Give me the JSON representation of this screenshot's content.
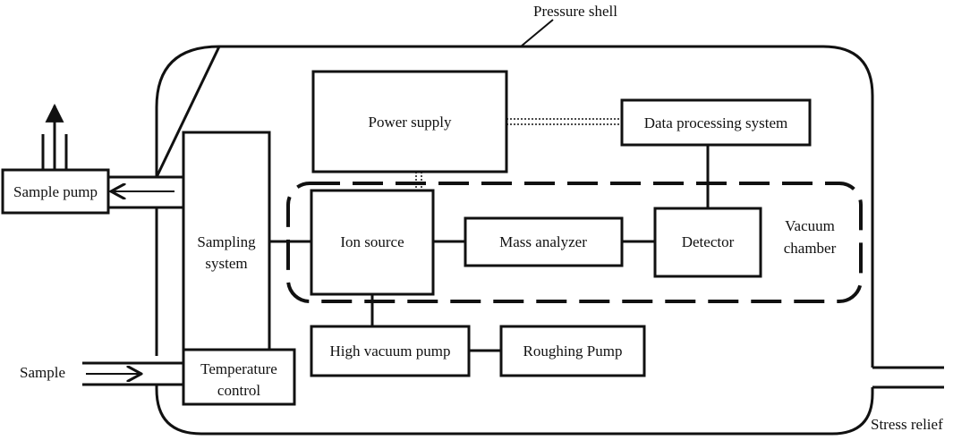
{
  "labels": {
    "pressure_shell": "Pressure shell",
    "sample_pump": "Sample pump",
    "power_supply": "Power supply",
    "data_processing": "Data processing system",
    "sampling_line1": "Sampling",
    "sampling_line2": "system",
    "ion_source": "Ion source",
    "mass_analyzer": "Mass analyzer",
    "detector": "Detector",
    "vacuum_line1": "Vacuum",
    "vacuum_line2": "chamber",
    "high_vacuum_pump": "High vacuum pump",
    "roughing_pump": "Roughing Pump",
    "sample": "Sample",
    "temperature_line1": "Temperature",
    "temperature_line2": "control",
    "stress_relief": "Stress relief"
  }
}
